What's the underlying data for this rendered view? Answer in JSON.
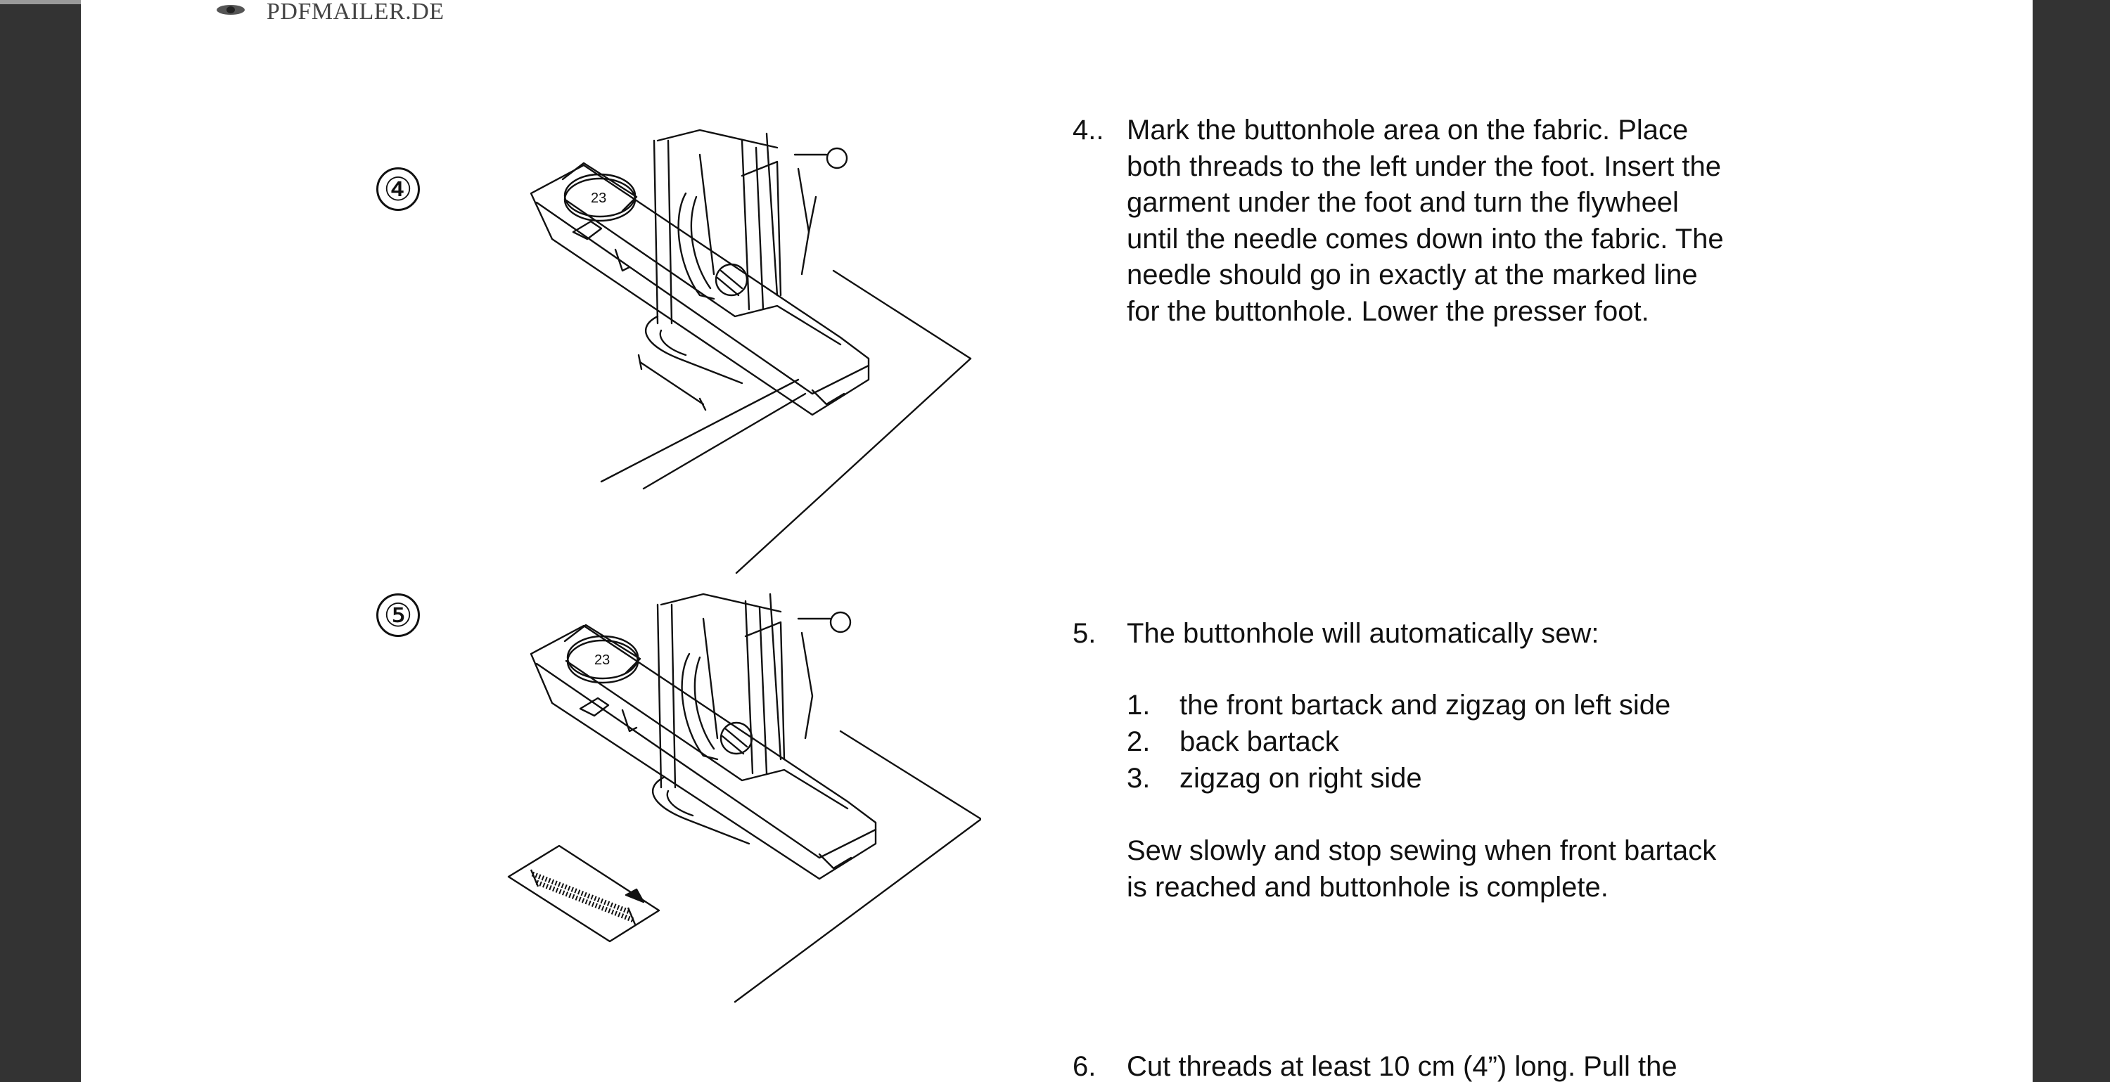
{
  "header": {
    "brand": "PDFMAILER.DE"
  },
  "steps": [
    {
      "circle_label": "④",
      "number": "4..",
      "lines": [
        "Mark the buttonhole area on the fabric. Place",
        "both threads to the left under the foot. Insert the",
        "garment under the foot and turn the flywheel",
        "until the needle comes down into the fabric. The",
        "needle should go in exactly at the marked line",
        "for the buttonhole. Lower the presser foot."
      ]
    },
    {
      "circle_label": "⑤",
      "number": "5.",
      "intro": "The buttonhole will automatically sew:",
      "sub_items": [
        {
          "num": "1.",
          "text": "the front bartack and zigzag on left side"
        },
        {
          "num": "2.",
          "text": "back bartack"
        },
        {
          "num": "3.",
          "text": "zigzag on right side"
        }
      ],
      "note_lines": [
        "Sew slowly and stop sewing when front bartack",
        "is reached and buttonhole is complete."
      ]
    },
    {
      "number": "6.",
      "lines": [
        "Cut threads at least 10 cm (4”) long. Pull the"
      ]
    }
  ],
  "figure_icons": [
    "buttonhole-foot-illustration",
    "buttonhole-stitch-icon"
  ]
}
